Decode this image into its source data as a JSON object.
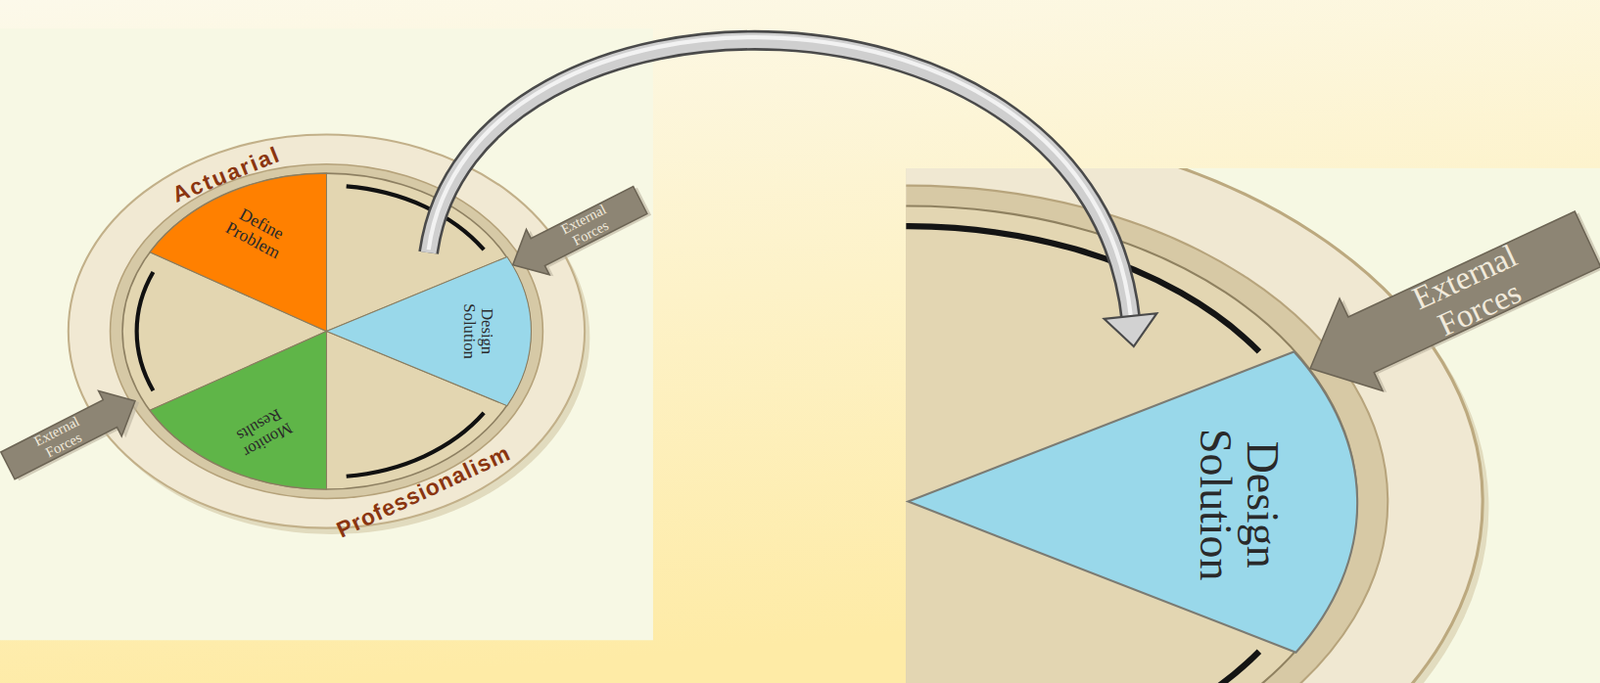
{
  "diagram": {
    "nodes": [
      {
        "text": [
          "Actuarial",
          "Professionalism"
        ]
      },
      {
        "text": [
          "Define Problem"
        ],
        "in": 0
      },
      {
        "text": [
          "Design Solution"
        ],
        "in": 0
      },
      {
        "text": [
          "Monitor Results"
        ],
        "in": 0
      },
      {
        "text": [
          "External Forces"
        ]
      },
      {
        "text": [
          "External Forces"
        ]
      },
      {
        "text": [
          "Design Solution"
        ]
      },
      {
        "text": [
          "External Forces"
        ]
      }
    ],
    "edges": [
      {
        "from": 2,
        "to": 6,
        "arrow": "to"
      }
    ]
  }
}
